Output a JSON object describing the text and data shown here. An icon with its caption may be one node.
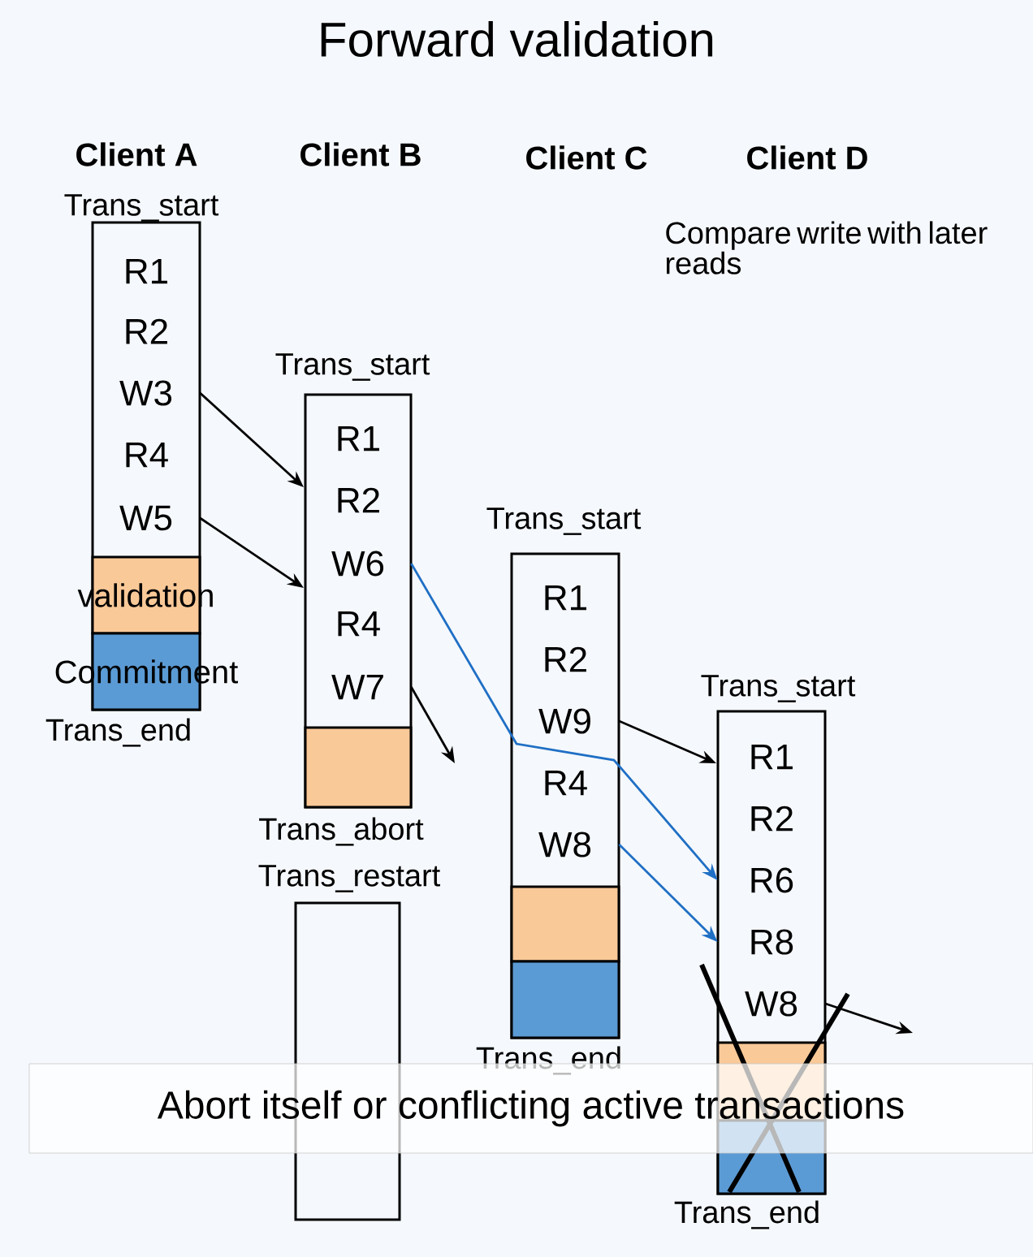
{
  "diagram": {
    "title": "Forward validation",
    "nodes": [
      {
        "text": [],
        "shape": "box",
        "beside": [
          "Trans_start",
          "Trans_end"
        ]
      },
      {
        "text": [
          "R1"
        ],
        "in": 0
      },
      {
        "text": [
          "R2"
        ],
        "in": 0
      },
      {
        "text": [
          "W3"
        ],
        "in": 0
      },
      {
        "text": [
          "R4"
        ],
        "in": 0
      },
      {
        "text": [
          "W5"
        ],
        "in": 0
      },
      {
        "text": [
          "validation"
        ],
        "in": 0
      },
      {
        "text": [
          "Commitment"
        ],
        "in": 0
      },
      {
        "text": [],
        "shape": "box",
        "beside": [
          "Trans_start",
          "Trans_abort"
        ]
      },
      {
        "text": [
          "R1"
        ],
        "in": 8
      },
      {
        "text": [
          "R2"
        ],
        "in": 8
      },
      {
        "text": [
          "W6"
        ],
        "in": 8
      },
      {
        "text": [
          "R4"
        ],
        "in": 8
      },
      {
        "text": [
          "W7"
        ],
        "in": 8
      },
      {
        "text": [],
        "shape": "box",
        "in": 8
      },
      {
        "text": [],
        "shape": "box",
        "beside": [
          "Trans_restart"
        ]
      },
      {
        "text": [],
        "shape": "box",
        "beside": [
          "Trans_start",
          "Trans_end"
        ]
      },
      {
        "text": [
          "R1"
        ],
        "in": 16
      },
      {
        "text": [
          "R2"
        ],
        "in": 16
      },
      {
        "text": [
          "W9"
        ],
        "in": 16
      },
      {
        "text": [
          "R4"
        ],
        "in": 16
      },
      {
        "text": [
          "W8"
        ],
        "in": 16
      },
      {
        "text": [],
        "shape": "box",
        "in": 16
      },
      {
        "text": [],
        "shape": "box",
        "in": 16
      },
      {
        "text": [],
        "shape": "box",
        "beside": [
          "Trans_start",
          "Trans_end"
        ]
      },
      {
        "text": [
          "R1"
        ],
        "in": 24
      },
      {
        "text": [
          "R2"
        ],
        "in": 24
      },
      {
        "text": [
          "R6"
        ],
        "in": 24
      },
      {
        "text": [
          "R8"
        ],
        "in": 24
      },
      {
        "text": [
          "W8"
        ],
        "in": 24
      },
      {
        "text": [],
        "shape": "box",
        "in": 24
      },
      {
        "text": [],
        "shape": "box",
        "in": 24
      },
      {
        "text": [
          "Abort itself or conflicting active transactions"
        ]
      }
    ],
    "edges": [
      {
        "from": 3,
        "to": 8,
        "arrow": "to"
      },
      {
        "from": 5,
        "to": 8,
        "arrow": "to"
      },
      {
        "from": 11,
        "to": 27,
        "arrow": "to",
        "color": "#1f6fc5"
      },
      {
        "from": 13,
        "to": null,
        "arrow": "to"
      },
      {
        "from": 19,
        "to": 24,
        "arrow": "to"
      },
      {
        "from": 21,
        "to": 28,
        "arrow": "to",
        "color": "#1f6fc5"
      },
      {
        "from": 29,
        "to": null,
        "arrow": "to"
      }
    ],
    "labels": [
      "Client A",
      "Client B",
      "Client C",
      "Client D",
      "Compare write with later reads"
    ]
  }
}
